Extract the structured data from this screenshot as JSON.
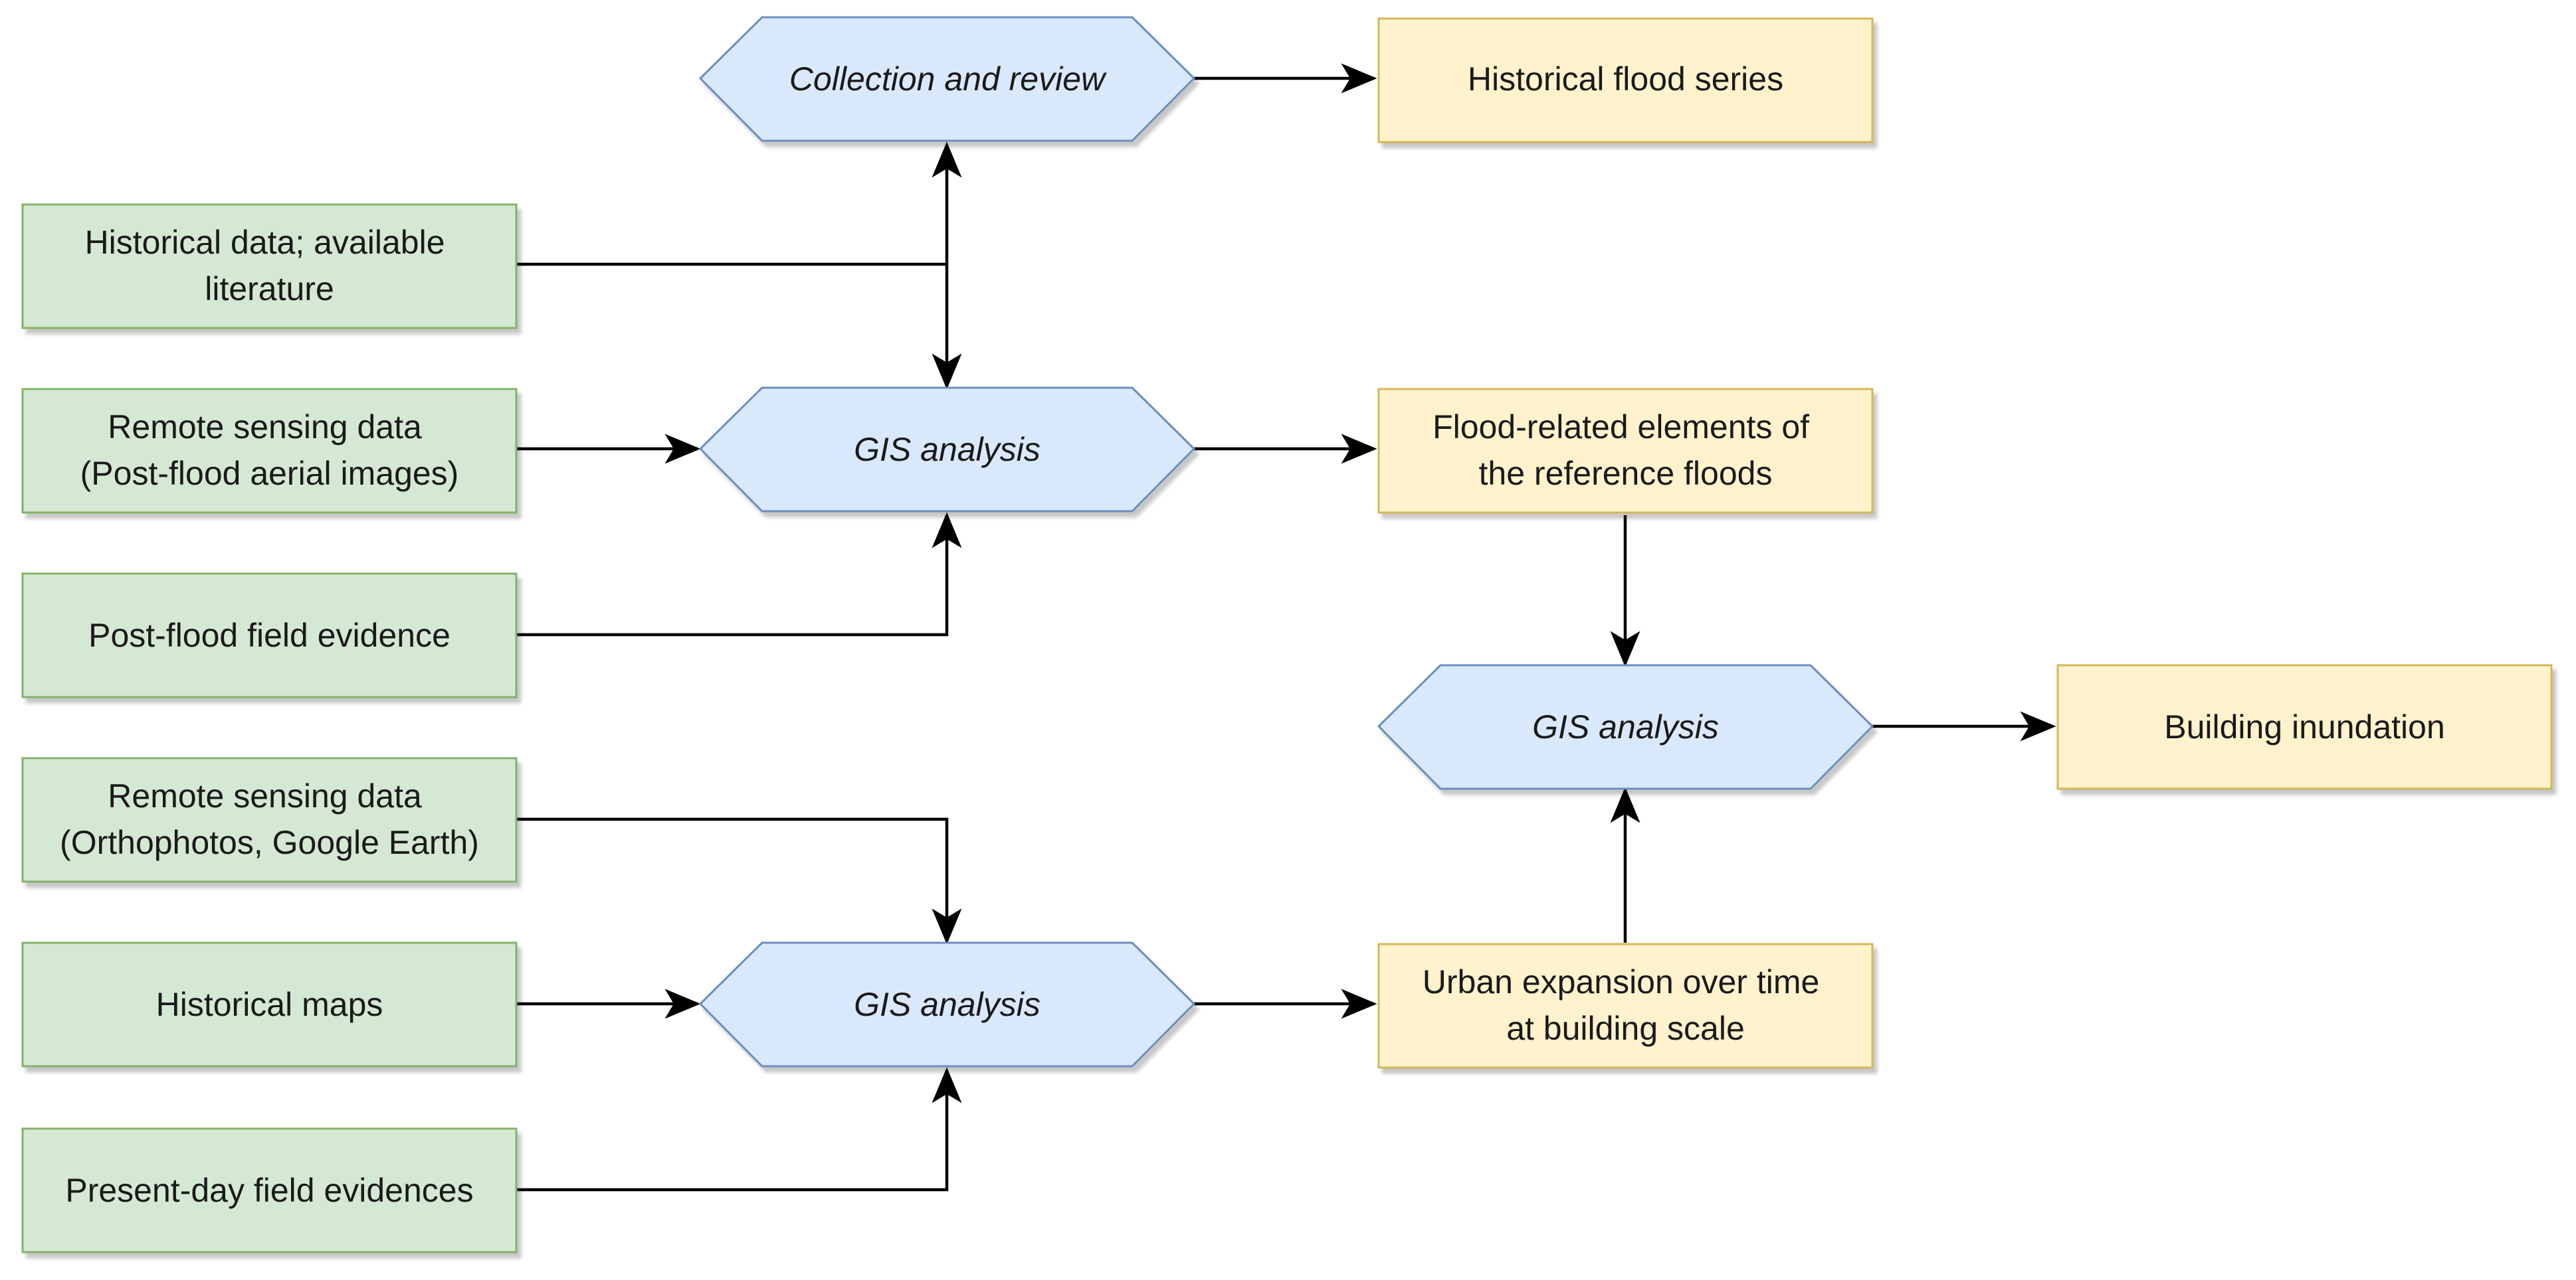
{
  "sources": {
    "historical_data": [
      "Historical data; available",
      "literature"
    ],
    "remote_sensing_postflood": [
      "Remote sensing data",
      "(Post-flood aerial images)"
    ],
    "postflood_field": [
      "Post-flood field evidence"
    ],
    "remote_sensing_ortho": [
      "Remote sensing data",
      "(Orthophotos, Google Earth)"
    ],
    "historical_maps": [
      "Historical maps"
    ],
    "present_day_field": [
      "Present-day field evidences"
    ]
  },
  "processes": {
    "collection_review": "Collection and review",
    "gis_analysis_1": "GIS analysis",
    "gis_analysis_2": "GIS analysis",
    "gis_analysis_3": "GIS analysis"
  },
  "outputs": {
    "historical_flood_series": [
      "Historical flood series"
    ],
    "flood_related_elements": [
      "Flood-related elements of",
      "the reference floods"
    ],
    "urban_expansion": [
      "Urban expansion over time",
      "at building scale"
    ],
    "building_inundation": [
      "Building inundation"
    ]
  },
  "colors": {
    "source_fill": "#d5e8d4",
    "source_stroke": "#82b366",
    "process_fill": "#dae8fc",
    "process_stroke": "#6c8ebf",
    "output_fill": "#fff2cc",
    "output_stroke": "#d6b656",
    "edge": "#000000"
  }
}
